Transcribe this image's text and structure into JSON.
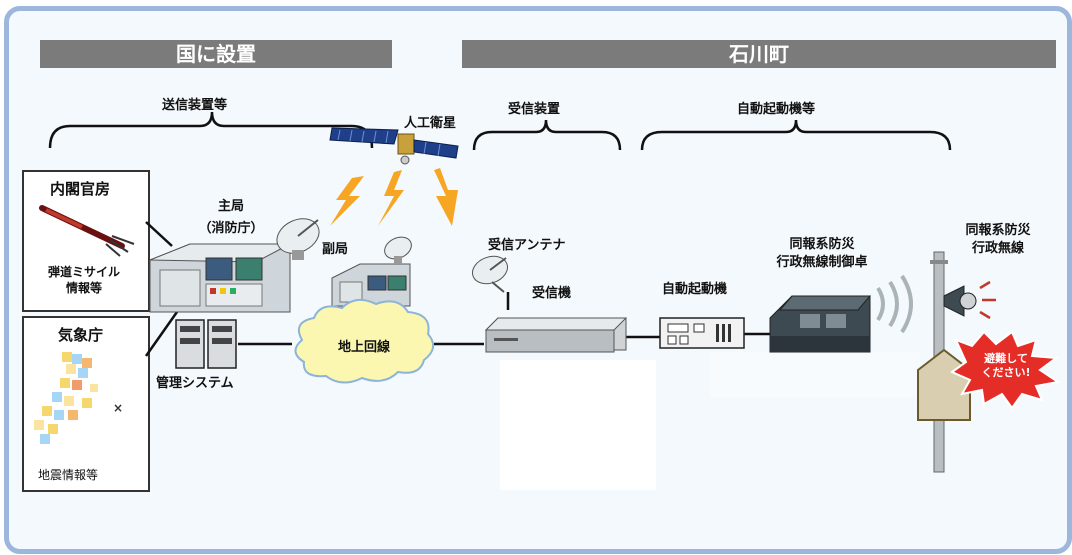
{
  "headers": {
    "left": "国に設置",
    "right": "石川町"
  },
  "groups": {
    "transmit": "送信装置等",
    "receive": "受信装置",
    "autostart": "自動起動機等"
  },
  "nodes": {
    "satellite": "人工衛星",
    "cabinet_office": "内閣官房",
    "missile_info": [
      "弾道ミサイル",
      "情報等"
    ],
    "jma": "気象庁",
    "quake_info": "地震情報等",
    "main_station": [
      "主局",
      "（消防庁）"
    ],
    "sub_station": "副局",
    "mgmt_system": "管理システム",
    "ground_line": "地上回線",
    "rx_antenna": "受信アンテナ",
    "receiver": "受信機",
    "auto_starter": "自動起動機",
    "control_console": [
      "同報系防災",
      "行政無線制御卓"
    ],
    "outdoor_speaker": [
      "同報系防災",
      "行政無線"
    ],
    "evacuate_bubble": [
      "避難して",
      "ください!"
    ]
  }
}
